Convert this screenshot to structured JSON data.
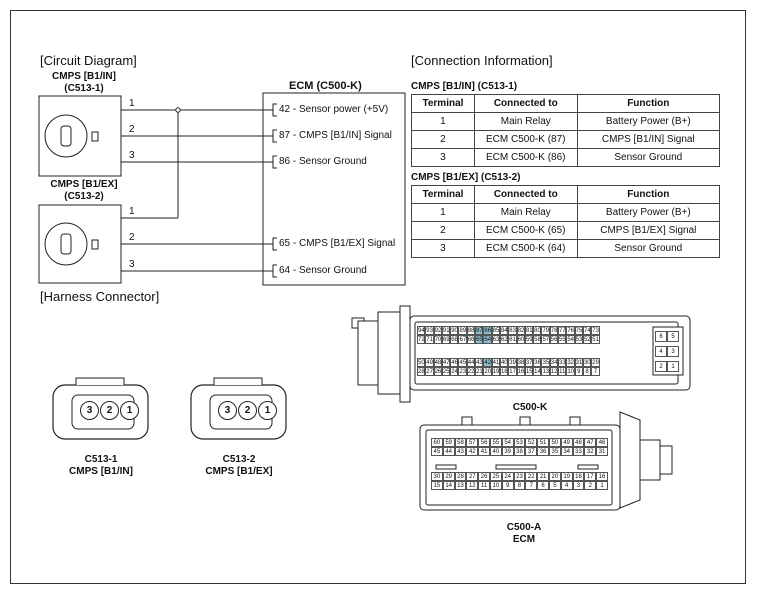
{
  "sections": {
    "circuit_diagram": "[Circuit Diagram]",
    "connection_information": "[Connection Information]",
    "harness_connector": "[Harness Connector]"
  },
  "circuit": {
    "sensor1": {
      "name": "CMPS [B1/IN]",
      "connector": "(C513-1)"
    },
    "sensor2": {
      "name": "CMPS [B1/EX]",
      "connector": "(C513-2)"
    },
    "ecm_title": "ECM (C500-K)",
    "wire_numbers": [
      "1",
      "2",
      "3",
      "1",
      "2",
      "3"
    ],
    "ecm_pins": [
      "42 - Sensor power (+5V)",
      "87 - CMPS [B1/IN] Signal",
      "86 - Sensor Ground",
      "65 - CMPS [B1/EX] Signal",
      "64 - Sensor Ground"
    ]
  },
  "connection_info": {
    "headers": [
      "Terminal",
      "Connected to",
      "Function"
    ],
    "tables": [
      {
        "title": "CMPS [B1/IN] (C513-1)",
        "rows": [
          [
            "1",
            "Main Relay",
            "Battery Power (B+)"
          ],
          [
            "2",
            "ECM C500-K (87)",
            "CMPS [B1/IN] Signal"
          ],
          [
            "3",
            "ECM C500-K (86)",
            "Sensor Ground"
          ]
        ]
      },
      {
        "title": "CMPS [B1/EX] (C513-2)",
        "rows": [
          [
            "1",
            "Main Relay",
            "Battery Power (B+)"
          ],
          [
            "2",
            "ECM C500-K (65)",
            "CMPS [B1/EX] Signal"
          ],
          [
            "3",
            "ECM C500-K (64)",
            "Sensor Ground"
          ]
        ]
      }
    ]
  },
  "harness": {
    "c513_1": {
      "pins": [
        "3",
        "2",
        "1"
      ],
      "label1": "C513-1",
      "label2": "CMPS [B1/IN]"
    },
    "c513_2": {
      "pins": [
        "3",
        "2",
        "1"
      ],
      "label1": "C513-2",
      "label2": "CMPS [B1/EX]"
    },
    "c500k": {
      "label": "C500-K",
      "rows": [
        [
          "94",
          "93",
          "92",
          "91",
          "90",
          "89",
          "88",
          "87",
          "86",
          "85",
          "84",
          "83",
          "82",
          "81",
          "80",
          "79",
          "78",
          "77",
          "76",
          "75",
          "74",
          "73"
        ],
        [
          "72",
          "71",
          "70",
          "69",
          "68",
          "67",
          "66",
          "65",
          "64",
          "63",
          "62",
          "61",
          "60",
          "59",
          "58",
          "57",
          "56",
          "55",
          "54",
          "53",
          "52",
          "51"
        ],
        [
          "50",
          "49",
          "48",
          "47",
          "46",
          "45",
          "44",
          "43",
          "42",
          "41",
          "40",
          "39",
          "38",
          "37",
          "36",
          "35",
          "34",
          "33",
          "32",
          "31",
          "30",
          "29"
        ],
        [
          "28",
          "27",
          "26",
          "25",
          "24",
          "23",
          "22",
          "21",
          "20",
          "19",
          "18",
          "17",
          "16",
          "15",
          "14",
          "13",
          "12",
          "11",
          "10",
          "9",
          "8",
          "7"
        ]
      ],
      "highlighted": [
        "87",
        "86",
        "65",
        "64",
        "42"
      ],
      "side_pins": [
        [
          "6",
          "5"
        ],
        [
          "4",
          "3"
        ],
        [
          "2",
          "1"
        ]
      ]
    },
    "c500a": {
      "label1": "C500-A",
      "label2": "ECM",
      "rows": [
        [
          "60",
          "59",
          "58",
          "57",
          "56",
          "55",
          "54",
          "53",
          "52",
          "51",
          "50",
          "49",
          "48",
          "47",
          "46"
        ],
        [
          "45",
          "44",
          "43",
          "42",
          "41",
          "40",
          "39",
          "38",
          "37",
          "36",
          "35",
          "34",
          "33",
          "32",
          "31"
        ],
        [
          "30",
          "29",
          "28",
          "27",
          "26",
          "25",
          "24",
          "23",
          "22",
          "21",
          "20",
          "19",
          "18",
          "17",
          "16"
        ],
        [
          "15",
          "14",
          "13",
          "12",
          "11",
          "10",
          "9",
          "8",
          "7",
          "6",
          "5",
          "4",
          "3",
          "2",
          "1"
        ]
      ]
    }
  }
}
